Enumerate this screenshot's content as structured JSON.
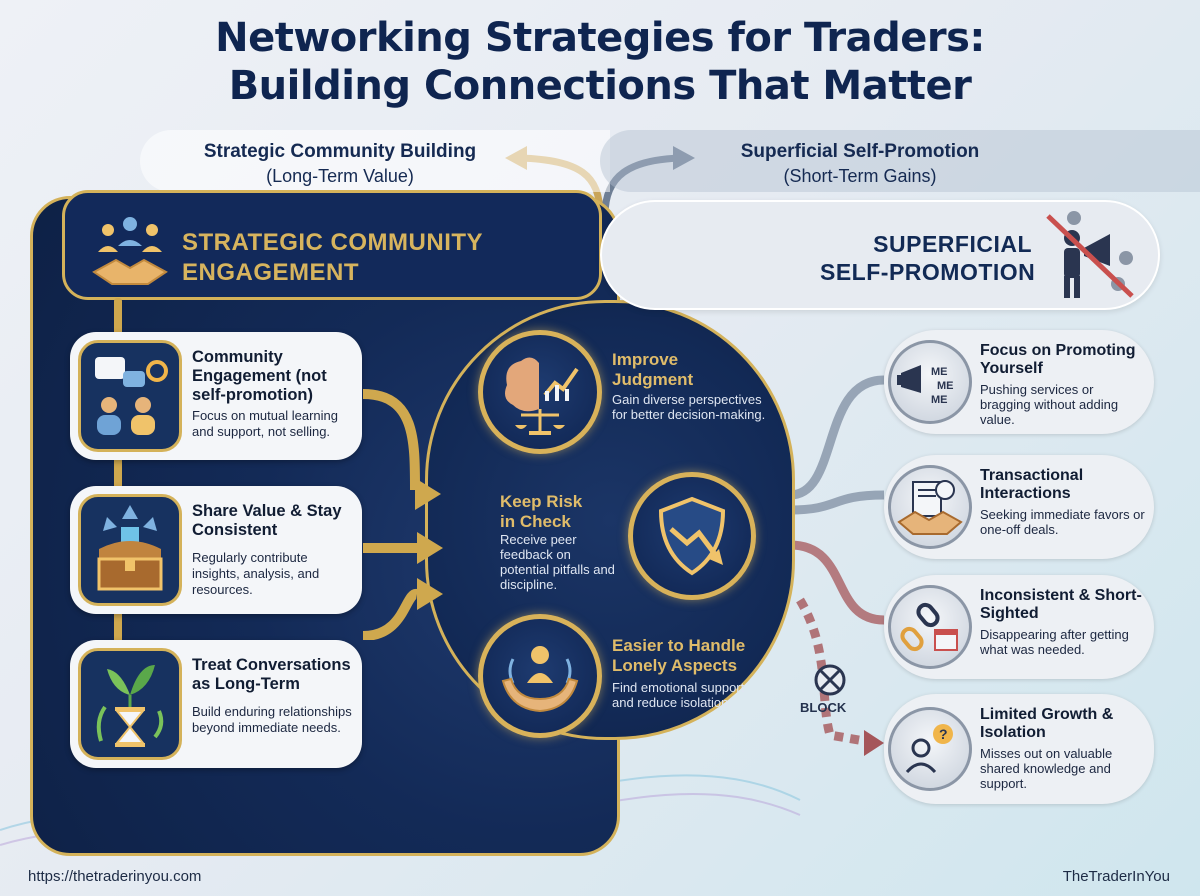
{
  "title": {
    "line1": "Networking Strategies for Traders:",
    "line2": "Building Connections That Matter"
  },
  "headers": {
    "left_title": "Strategic Community Building",
    "left_sub": "(Long-Term Value)",
    "right_title": "Superficial Self-Promotion",
    "right_sub": "(Short-Term Gains)"
  },
  "left_section": {
    "title_line1": "STRATEGIC COMMUNITY",
    "title_line2": "ENGAGEMENT",
    "cards": [
      {
        "title": "Community Engagement (not self-promotion)",
        "desc": "Focus on mutual learning and support, not selling.",
        "icon": "chat-people-icon"
      },
      {
        "title": "Share Value & Stay Consistent",
        "desc": "Regularly contribute insights, analysis, and resources.",
        "icon": "treasure-chest-icon"
      },
      {
        "title": "Treat Conversations as Long-Term",
        "desc": "Build enduring relationships beyond immediate needs.",
        "icon": "hourglass-plant-icon"
      }
    ]
  },
  "center": {
    "items": [
      {
        "title_line1": "Improve",
        "title_line2": "Judgment",
        "desc": "Gain diverse perspectives for better decision-making.",
        "icon": "brain-scale-icon"
      },
      {
        "title_line1": "Keep Risk",
        "title_line2": "in Check",
        "desc": "Receive peer feedback on potential pitfalls and discipline.",
        "icon": "shield-arrow-icon"
      },
      {
        "title_line1": "Easier to Handle",
        "title_line2": "Lonely Aspects",
        "desc": "Find emotional support and reduce isolation.",
        "icon": "support-hands-icon"
      }
    ]
  },
  "right_section": {
    "title_line1": "SUPERFICIAL",
    "title_line2": "SELF-PROMOTION",
    "cards": [
      {
        "title": "Focus on Promoting Yourself",
        "desc": "Pushing services or bragging without adding value.",
        "icon": "megaphone-me-icon"
      },
      {
        "title": "Transactional Interactions",
        "desc": "Seeking immediate favors or one-off deals.",
        "icon": "handshake-document-icon"
      },
      {
        "title": "Inconsistent & Short-Sighted",
        "desc": "Disappearing after getting what was needed.",
        "icon": "broken-chain-calendar-icon"
      },
      {
        "title": "Limited Growth & Isolation",
        "desc": "Misses out on valuable shared knowledge and support.",
        "icon": "person-question-icon"
      }
    ],
    "me_text": "ME",
    "block_label": "BLOCK"
  },
  "footer": {
    "url": "https://thetraderinyou.com",
    "brand": "TheTraderInYou"
  },
  "colors": {
    "navy": "#12295a",
    "gold": "#d4b25a",
    "title": "#0f2550",
    "light_card": "#f4f6f9",
    "grey_card": "#edf0f4",
    "red_arrow": "#a5565a"
  }
}
